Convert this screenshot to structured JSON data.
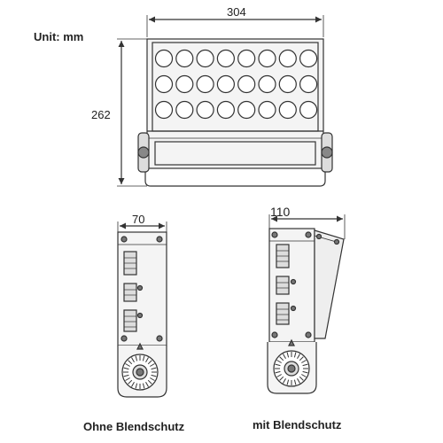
{
  "unit_label": "Unit: mm",
  "dimensions": {
    "front_width": "304",
    "front_height": "262",
    "side_width_plain": "70",
    "side_width_shield": "110"
  },
  "captions": {
    "without_shield": "Ohne Blendschutz",
    "with_shield": "mit Blendschutz"
  },
  "led_grid": {
    "rows": 3,
    "cols": 8
  },
  "colors": {
    "line": "#333333",
    "fill": "#f4f4f4",
    "dark": "#555555"
  }
}
